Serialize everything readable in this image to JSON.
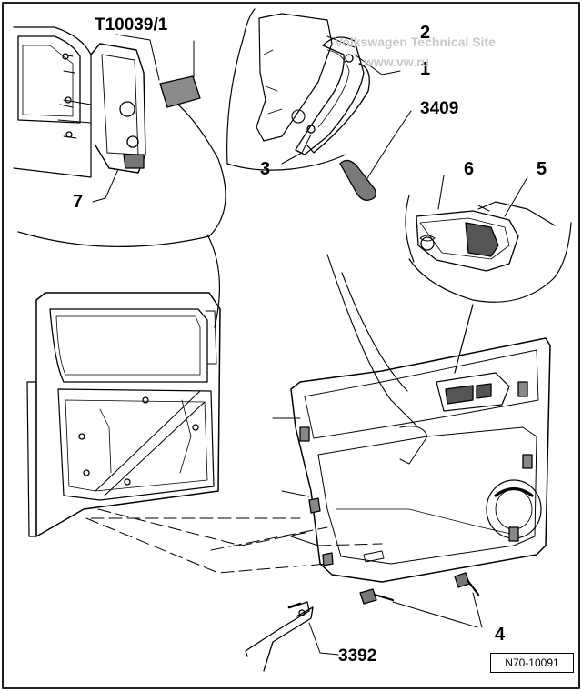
{
  "callouts": {
    "c1": "1",
    "c2": "2",
    "c3": "3",
    "c4": "4",
    "c5": "5",
    "c6": "6",
    "c7": "7",
    "t10039": "T10039/1",
    "t3409": "3409",
    "t3392": "3392"
  },
  "drawing_ref": "N70-10091",
  "watermark": {
    "line1": "Volkswagen Technical Site",
    "line2": "www.vw.ru"
  }
}
